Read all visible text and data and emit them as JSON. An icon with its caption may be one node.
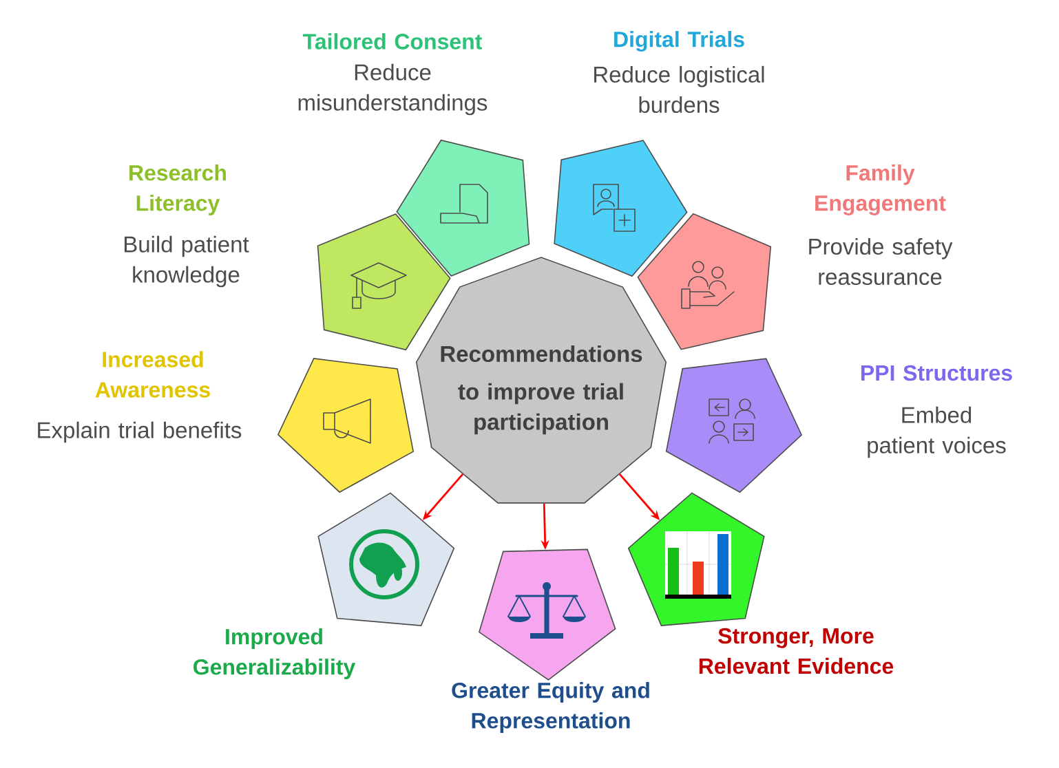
{
  "diagram": {
    "nodes": [
      {
        "text": [
          "Recommendations",
          "to improve trial participation"
        ]
      },
      {
        "text": [
          "Tailored Consent",
          "Reduce misunderstandings"
        ]
      },
      {
        "text": [
          "Digital Trials",
          "Reduce logistical burdens"
        ]
      },
      {
        "text": [
          "Research Literacy",
          "Build patient knowledge"
        ]
      },
      {
        "text": [
          "Family Engagement",
          "Provide safety reassurance"
        ]
      },
      {
        "text": [
          "Increased Awareness",
          "Explain trial benefits"
        ]
      },
      {
        "text": [
          "PPI Structures",
          "Embed patient voices"
        ]
      },
      {
        "text": [
          "Improved Generalizability"
        ]
      },
      {
        "text": [
          "Greater Equity and Representation"
        ]
      },
      {
        "text": [
          "Stronger, More Relevant Evidence"
        ]
      }
    ],
    "edges": [
      {
        "from": 0,
        "to": 7,
        "arrow": "to"
      },
      {
        "from": 0,
        "to": 8,
        "arrow": "to"
      },
      {
        "from": 0,
        "to": 9,
        "arrow": "to"
      }
    ]
  }
}
